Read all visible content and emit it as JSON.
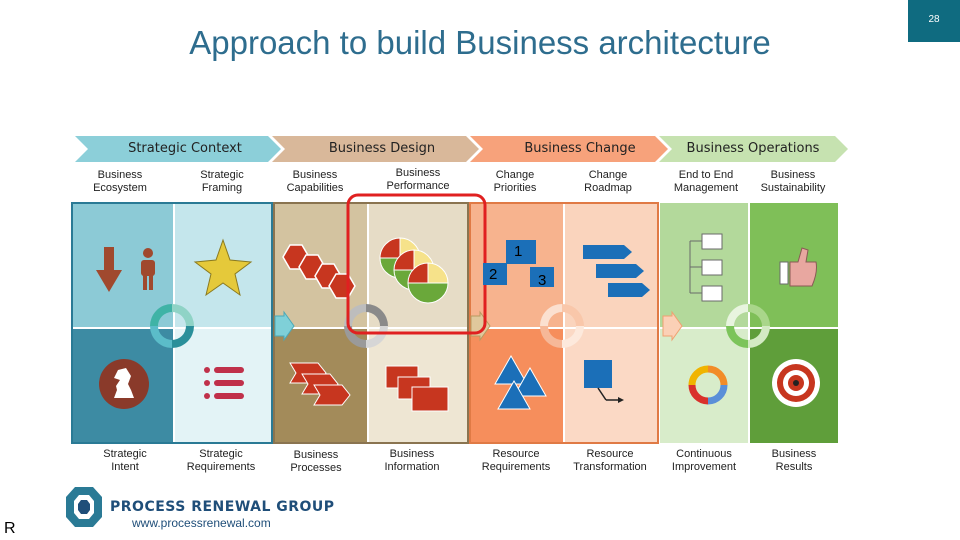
{
  "slide": {
    "title": "Approach to build Business architecture",
    "page_number": "28",
    "corner_mark": "R"
  },
  "phases": [
    {
      "label": "Strategic Context",
      "color": "#8ccfd9"
    },
    {
      "label": "Business Design",
      "color": "#d9b89a"
    },
    {
      "label": "Business Change",
      "color": "#f7a27b"
    },
    {
      "label": "Business Operations",
      "color": "#c6e2b0"
    }
  ],
  "top_labels": [
    {
      "line1": "Business",
      "line2": "Ecosystem"
    },
    {
      "line1": "Strategic",
      "line2": "Framing"
    },
    {
      "line1": "Business",
      "line2": "Capabilities"
    },
    {
      "line1": "Business",
      "line2": "Performance"
    },
    {
      "line1": "Change",
      "line2": "Priorities"
    },
    {
      "line1": "Change",
      "line2": "Roadmap"
    },
    {
      "line1": "End to End",
      "line2": "Management"
    },
    {
      "line1": "Business",
      "line2": "Sustainability"
    }
  ],
  "bottom_labels": [
    {
      "line1": "Strategic",
      "line2": "Intent"
    },
    {
      "line1": "Strategic",
      "line2": "Requirements"
    },
    {
      "line1": "Business",
      "line2": "Processes"
    },
    {
      "line1": "Business",
      "line2": "Information"
    },
    {
      "line1": "Resource",
      "line2": "Requirements"
    },
    {
      "line1": "Resource",
      "line2": "Transformation"
    },
    {
      "line1": "Continuous",
      "line2": "Improvement"
    },
    {
      "line1": "Business",
      "line2": "Results"
    }
  ],
  "callouts": [
    "1",
    "2",
    "3"
  ],
  "footer": {
    "company": "PROCESS RENEWAL GROUP",
    "website": "www.processrenewal.com"
  },
  "colors": {
    "title": "#2e6d8e",
    "accent_teal": "#0f6b80",
    "highlight_red": "#e02020"
  }
}
